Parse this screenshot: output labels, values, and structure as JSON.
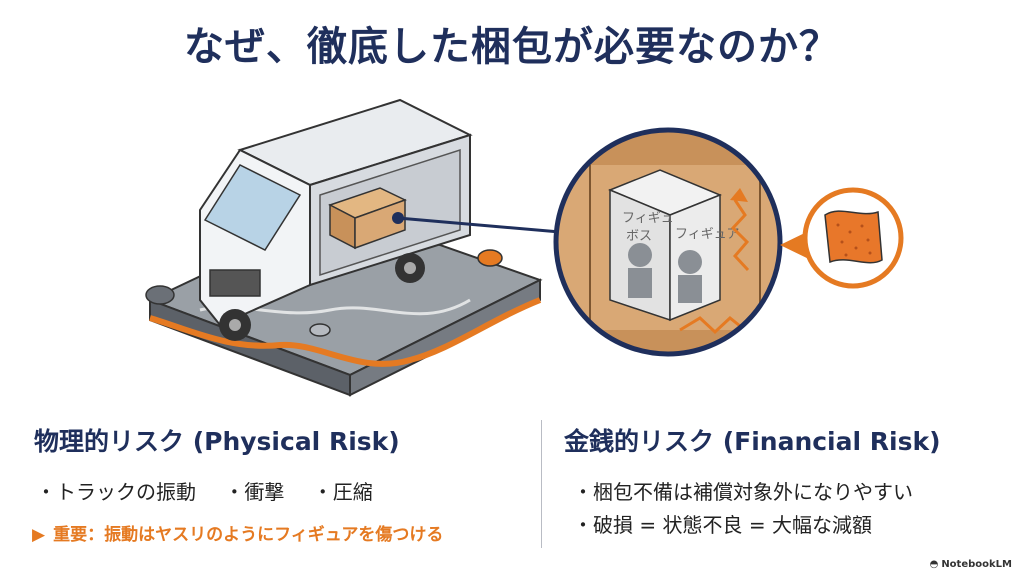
{
  "title": "なぜ、徹底した梱包が必要なのか？",
  "illustration": {
    "figure_box_label_1": "フィギュ\nボス",
    "figure_box_label_2": "フィギュア"
  },
  "left": {
    "heading": "物理的リスク (Physical Risk)",
    "bullets": [
      "・トラックの振動",
      "・衝撃",
      "・圧縮"
    ],
    "note": "重要：振動はヤスリのようにフィギュアを傷つける"
  },
  "right": {
    "heading": "金銭的リスク (Financial Risk)",
    "bullets": [
      "・梱包不備は補償対象外になりやすい",
      "・破損 = 状態不良 = 大幅な減額"
    ]
  },
  "brand": "NotebookLM",
  "colors": {
    "navy": "#1f2f5c",
    "orange": "#e57a22",
    "cardboard": "#d9a875"
  }
}
